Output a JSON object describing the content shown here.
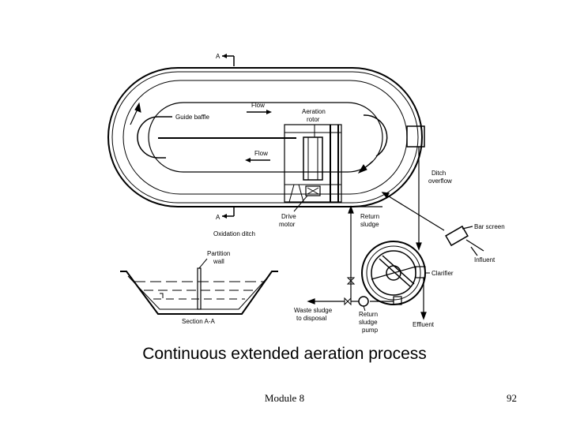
{
  "diagram": {
    "section_marker_top": "A",
    "section_marker_bottom": "A",
    "labels": {
      "guide_baffle": "Guide baffle",
      "flow_top": "Flow",
      "flow_bottom": "Flow",
      "aeration_rotor_1": "Aeration",
      "aeration_rotor_2": "rotor",
      "ditch_overflow_1": "Ditch",
      "ditch_overflow_2": "overflow",
      "drive_motor_1": "Drive",
      "drive_motor_2": "motor",
      "return_sludge_1": "Return",
      "return_sludge_2": "sludge",
      "oxidation_ditch": "Oxidation ditch",
      "bar_screen": "Bar screen",
      "influent": "Influent",
      "partition_wall_1": "Partition",
      "partition_wall_2": "wall",
      "clarifier": "Clarifier",
      "waste_sludge_1": "Waste sludge",
      "waste_sludge_2": "to disposal",
      "return_sludge_pump_1": "Return",
      "return_sludge_pump_2": "sludge",
      "return_sludge_pump_3": "pump",
      "effluent": "Effluent",
      "section_aa": "Section A-A"
    }
  },
  "caption": "Continuous extended aeration process",
  "footer": {
    "module": "Module 8",
    "page": "92"
  }
}
